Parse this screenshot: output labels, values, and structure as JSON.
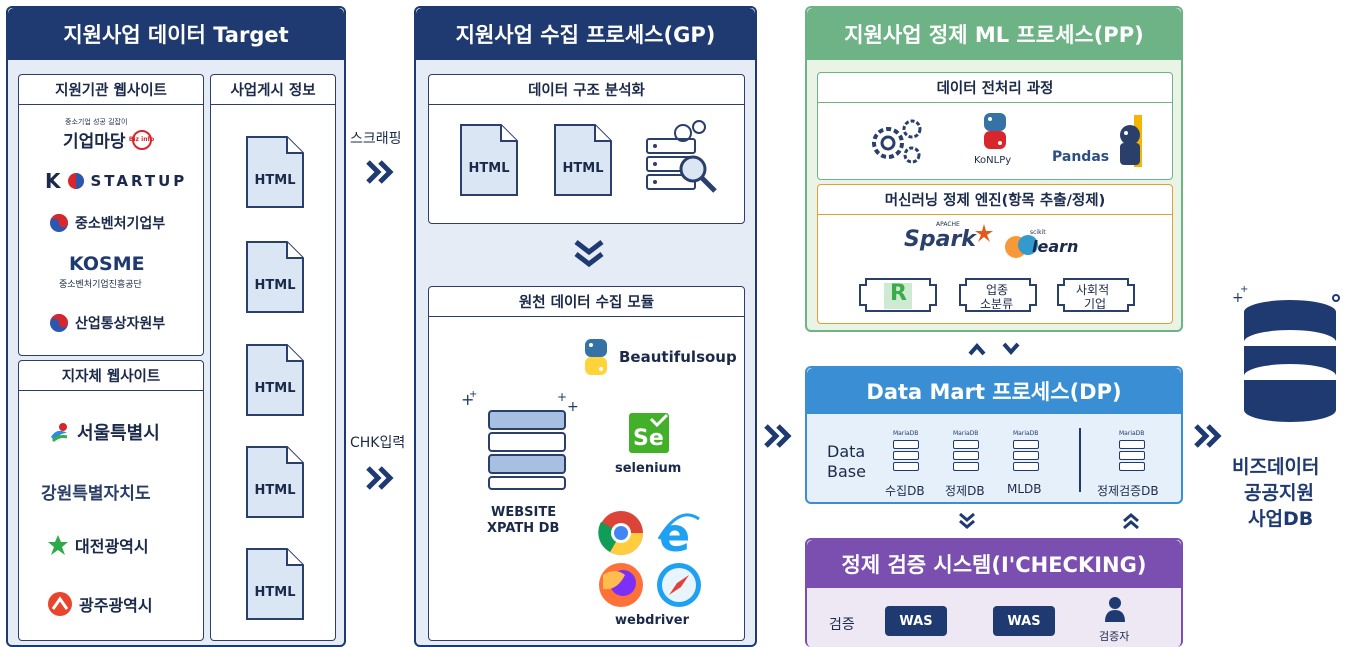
{
  "target": {
    "title": "지원사업 데이터 Target",
    "agency_box_title": "지원기관 웹사이트",
    "agencies": [
      "중소기업 성공 길잡이",
      "기업마당",
      "Biz info",
      "STARTUP",
      "중소벤처기업부",
      "KOSME",
      "중소벤처기업진흥공단",
      "산업통상자원부"
    ],
    "local_box_title": "지자체 웹사이트",
    "locals": [
      "서울특별시",
      "강원특별자치도",
      "대전광역시",
      "광주광역시"
    ],
    "posting_box_title": "사업게시 정보",
    "html_label": "HTML"
  },
  "arrows": {
    "scraping": "스크래핑",
    "chk_input": "CHK입력"
  },
  "gp": {
    "title": "지원사업 수집 프로세스(GP)",
    "structure_box_title": "데이터 구조 분석화",
    "html_label": "HTML",
    "module_box_title": "원천 데이터 수집 모듈",
    "xpath_db": "WEBSITE\nXPATH DB",
    "xpath_db_line1": "WEBSITE",
    "xpath_db_line2": "XPATH DB",
    "beautifulsoup": "Beautifulsoup",
    "selenium": "selenium",
    "webdriver": "webdriver"
  },
  "pp": {
    "title": "지원사업 정제 ML 프로세스(PP)",
    "preprocess_box_title": "데이터 전처리 과정",
    "konlpy": "KoNLPy",
    "pandas": "Pandas",
    "ml_box_title": "머신러닝 정제 엔진(항목 추출/정제)",
    "spark": "Spark",
    "spark_small": "APACHE",
    "learn": "learn",
    "learn_small": "scikit",
    "rx": "R",
    "category": "업종\n소분류",
    "category_line1": "업종",
    "category_line2": "소분류",
    "social": "사회적\n기업",
    "social_line1": "사회적",
    "social_line2": "기업"
  },
  "dp": {
    "title": "Data Mart 프로세스(DP)",
    "database_line1": "Data",
    "database_line2": "Base",
    "mariadb": "MariaDB",
    "dbs": [
      "수집DB",
      "정제DB",
      "MLDB",
      "정제검증DB"
    ]
  },
  "checking": {
    "title": "정제 검증 시스템(I'CHECKING)",
    "verify": "검증",
    "was": "WAS",
    "verifier": "검증자"
  },
  "output": {
    "line1": "비즈데이터",
    "line2": "공공지원",
    "line3": "사업DB"
  },
  "colors": {
    "navy": "#1e3a70",
    "green": "#6db386",
    "blue": "#3a8fd4",
    "purple": "#7a4fb0",
    "panel_bg": "#e6ecf6",
    "green_bg": "#e9f3e6",
    "blue_bg": "#e6f0fa",
    "purple_bg": "#eee8f5"
  }
}
